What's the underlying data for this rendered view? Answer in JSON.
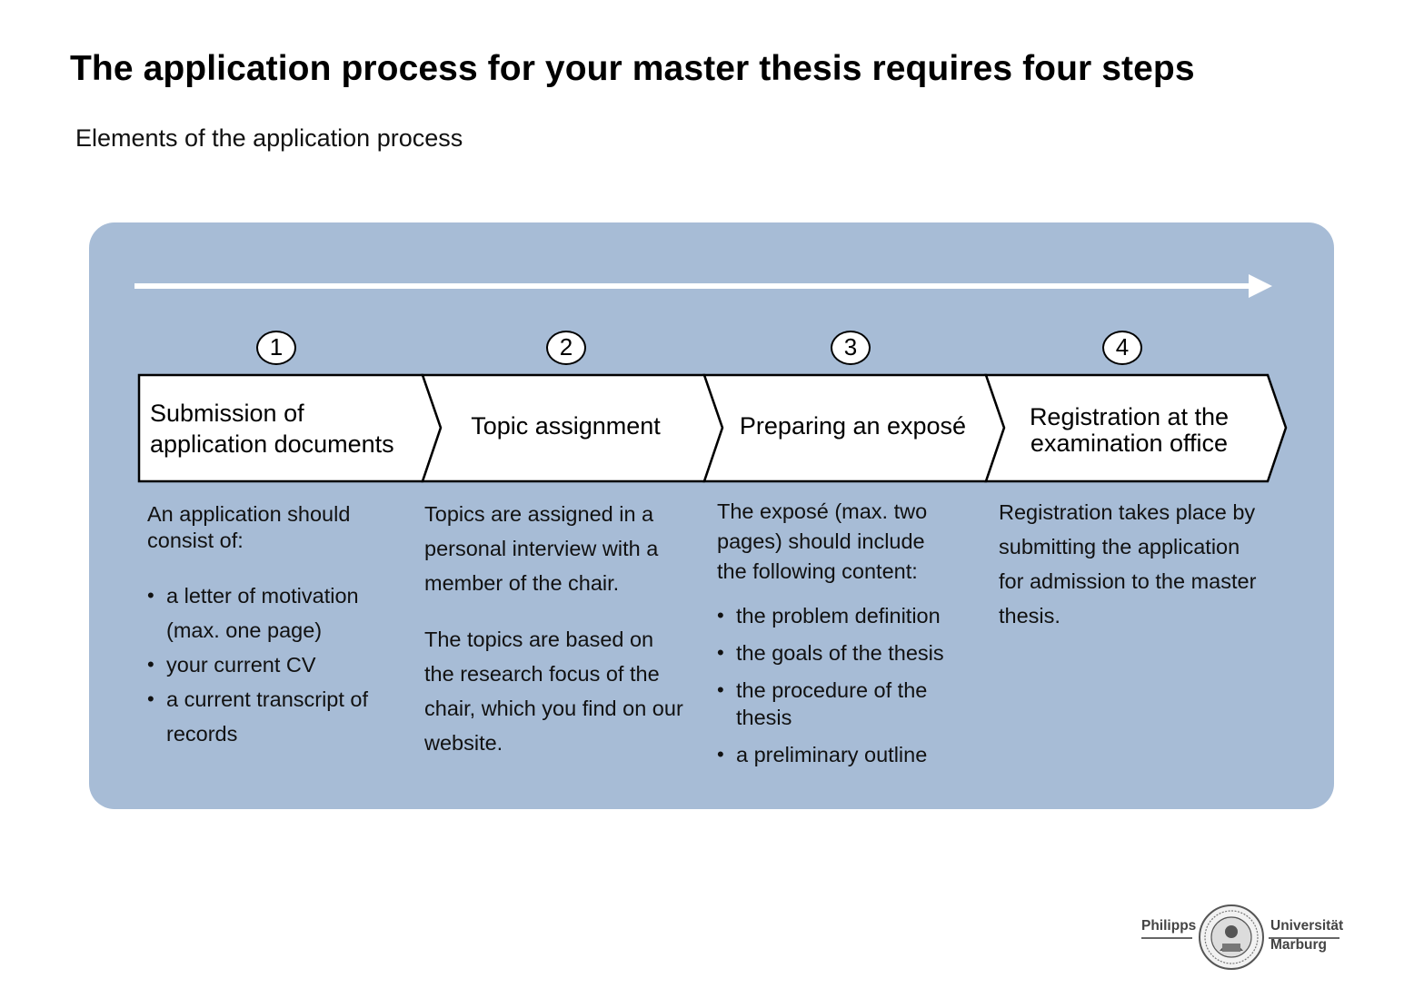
{
  "title": "The application process for your master thesis requires four steps",
  "subtitle": "Elements of the application process",
  "steps": [
    {
      "number": "1",
      "label": "Submission of\napplication documents",
      "intro": "An application should consist of:",
      "bullets": [
        "a letter of motivation (max. one page)",
        "your current CV",
        "a current transcript of records"
      ]
    },
    {
      "number": "2",
      "label": "Topic assignment",
      "paragraph1": "Topics are assigned in a personal interview with a member of the chair.",
      "paragraph2": "The topics are based on the research focus of the chair, which you find on our website."
    },
    {
      "number": "3",
      "label": "Preparing an exposé",
      "intro": "The exposé (max. two pages) should include the following content:",
      "bullets": [
        "the problem definition",
        "the goals of the thesis",
        "the procedure of the thesis",
        "a preliminary outline"
      ]
    },
    {
      "number": "4",
      "label": "Registration at the\nexamination office",
      "paragraph1": "Registration takes place by submitting the application for admission to the master thesis."
    }
  ],
  "logo": {
    "left_text": "Philipps",
    "right_text_1": "Universität",
    "right_text_2": "Marburg"
  },
  "colors": {
    "panel": "#a7bcd6",
    "arrow": "#ffffff",
    "outline": "#000000"
  }
}
